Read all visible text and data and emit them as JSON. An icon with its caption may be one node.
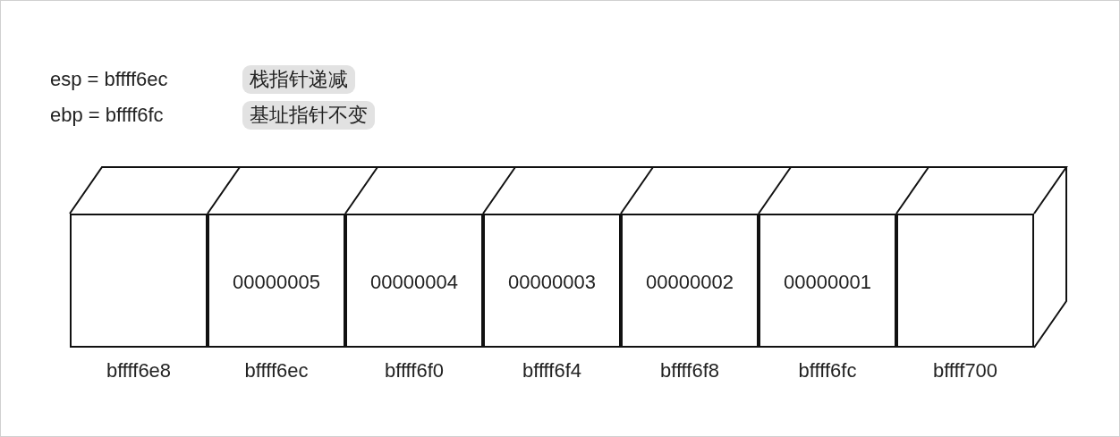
{
  "diagram": {
    "nodes": [
      {
        "text": [
          "栈指针递减"
        ]
      },
      {
        "text": [
          "基址指针不变"
        ]
      },
      {
        "text": [],
        "shape": "box",
        "beside": [
          "bffff6e8"
        ]
      },
      {
        "text": [
          "00000005"
        ],
        "beside": [
          "bffff6ec"
        ]
      },
      {
        "text": [
          "00000004"
        ],
        "beside": [
          "bffff6f0"
        ]
      },
      {
        "text": [
          "00000003"
        ],
        "beside": [
          "bffff6f4"
        ]
      },
      {
        "text": [
          "00000002"
        ],
        "beside": [
          "bffff6f8"
        ]
      },
      {
        "text": [
          "00000001"
        ],
        "beside": [
          "bffff6fc"
        ]
      },
      {
        "text": [],
        "shape": "box",
        "beside": [
          "bffff700"
        ]
      }
    ],
    "edges": [],
    "labels": [
      "esp = bffff6ec",
      "ebp = bffff6fc"
    ]
  }
}
